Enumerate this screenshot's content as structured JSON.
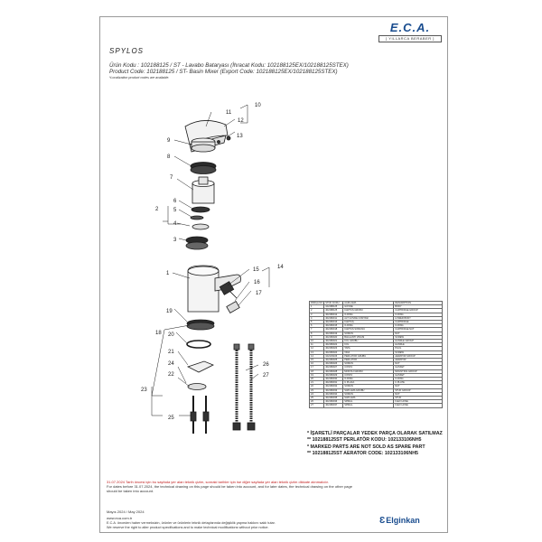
{
  "header": {
    "logo_mark": "E.C.A.",
    "logo_sub": "[ YILLARCA BERABER ]",
    "model": "SPYLOS",
    "code_lines": [
      "Ürün Kodu : 102188125 / ST - Lavabo Bataryası (İhracat Kodu: 102188125EX/102188125STEX)",
      "Product Code: 102188125 / ST- Basin Mixer (Export Code: 102188125EX/102188125STEX)"
    ],
    "note": "*Localization product codes are available."
  },
  "callouts": [
    "1",
    "2",
    "3",
    "4",
    "5",
    "6",
    "7",
    "8",
    "9",
    "10",
    "11",
    "12",
    "13",
    "14",
    "15",
    "16",
    "17",
    "18",
    "19",
    "20",
    "21",
    "22",
    "23",
    "24",
    "25",
    "26",
    "27"
  ],
  "parts_table": {
    "header": [
      "PARÇA NO",
      "STOK KODU",
      "AÇIKLAMA",
      "DESCRIPTION"
    ],
    "rows": [
      [
        "1",
        "102188125",
        "GÖVDE",
        "BODY"
      ],
      [
        "2",
        "402188125",
        "KARTUŞ GRUBU",
        "CARTRIDGE GROUP"
      ],
      [
        "3",
        "402180012",
        "O-RİNG",
        "O-RING"
      ],
      [
        "4",
        "402180011",
        "ALT GÖVDE CONTASI",
        "LOWER BODY"
      ],
      [
        "5",
        "402180016",
        "KARTUŞ",
        "CARTRIDGE"
      ],
      [
        "6",
        "402180015",
        "O-RİNG",
        "O-RING"
      ],
      [
        "7",
        "402180018",
        "KARTUŞ SOMUNU",
        "CARTRIDGE NUT"
      ],
      [
        "8",
        "402180019",
        "SOMUN",
        "NUT"
      ],
      [
        "9",
        "402180020",
        "BAĞLANTI VİDASI",
        "SCREW"
      ],
      [
        "10",
        "402180021",
        "KOL GRUBU",
        "HANDLE GROUP"
      ],
      [
        "11",
        "402180022",
        "KOL",
        "HANDLE"
      ],
      [
        "12",
        "402180023",
        "TAPA",
        "PLUG"
      ],
      [
        "13",
        "402180024",
        "VİDA",
        "SCREW"
      ],
      [
        "14",
        "102133106",
        "PERLATÖR GRUBU",
        "AERATOR GROUP"
      ],
      [
        "15",
        "402180025",
        "PERLATÖR",
        "AERATOR"
      ],
      [
        "16",
        "402180026",
        "SOMUN",
        "NUT"
      ],
      [
        "17",
        "402180027",
        "CONTA",
        "GASKET"
      ],
      [
        "18",
        "402180028",
        "MONTAJ GRUBU",
        "MOUNTING GROUP"
      ],
      [
        "19",
        "402180029",
        "CONTA",
        "GASKET"
      ],
      [
        "20",
        "402180030",
        "O-RİNG",
        "O-RING"
      ],
      [
        "21",
        "402180031",
        "U PLAKA",
        "U PLATE"
      ],
      [
        "22",
        "402180032",
        "SOMUN",
        "NUT"
      ],
      [
        "23",
        "402180033",
        "SAPLAMA GRUBU",
        "STUD GROUP"
      ],
      [
        "24",
        "402180034",
        "SOMUN",
        "NUT"
      ],
      [
        "25",
        "402180035",
        "SAPLAMA",
        "STUD"
      ],
      [
        "26",
        "402180036",
        "SPİRAL",
        "FLEX HOSE"
      ],
      [
        "27",
        "402180037",
        "SPİRAL",
        "FLEX HOSE"
      ]
    ]
  },
  "spare_parts_notes": [
    "* İŞARETLİ PARÇALAR YEDEK PARÇA OLARAK SATILMAZ",
    "** 102188125ST PERLATÖR KODU: 102133106NH5",
    "* MARKED PARTS ARE NOT SOLD AS SPARE PART",
    "** 102188125ST AERATOR CODE: 102133106NH5"
  ],
  "footer": {
    "red_line_1": "31.07.2024 Tarih öncesi için bu sayfada yer alan teknik çizim, sonraki tarihler için ise diğer sayfada yer alan teknik çizim dikkate alınmalıdır.",
    "red_line_2": "For dates before 31.07.2024, the technical drawing on this page should be taken into account, and for later dates, the technical drawing on the other page",
    "red_line_3": "should be taken into account.",
    "date": "Mayıs 2024 / May 2024",
    "website": "www.eca.com.tr",
    "disclaimer_1": "E.C.A. önceden haber vermeksizin, ürünler ve ürünlerin teknik detaylarında değişiklik yapma hakkını saklı tutar.",
    "disclaimer_2": "We reserve the right to alter product specifications and to make technical modifications without prior notice.",
    "brand": "Elginkan"
  }
}
